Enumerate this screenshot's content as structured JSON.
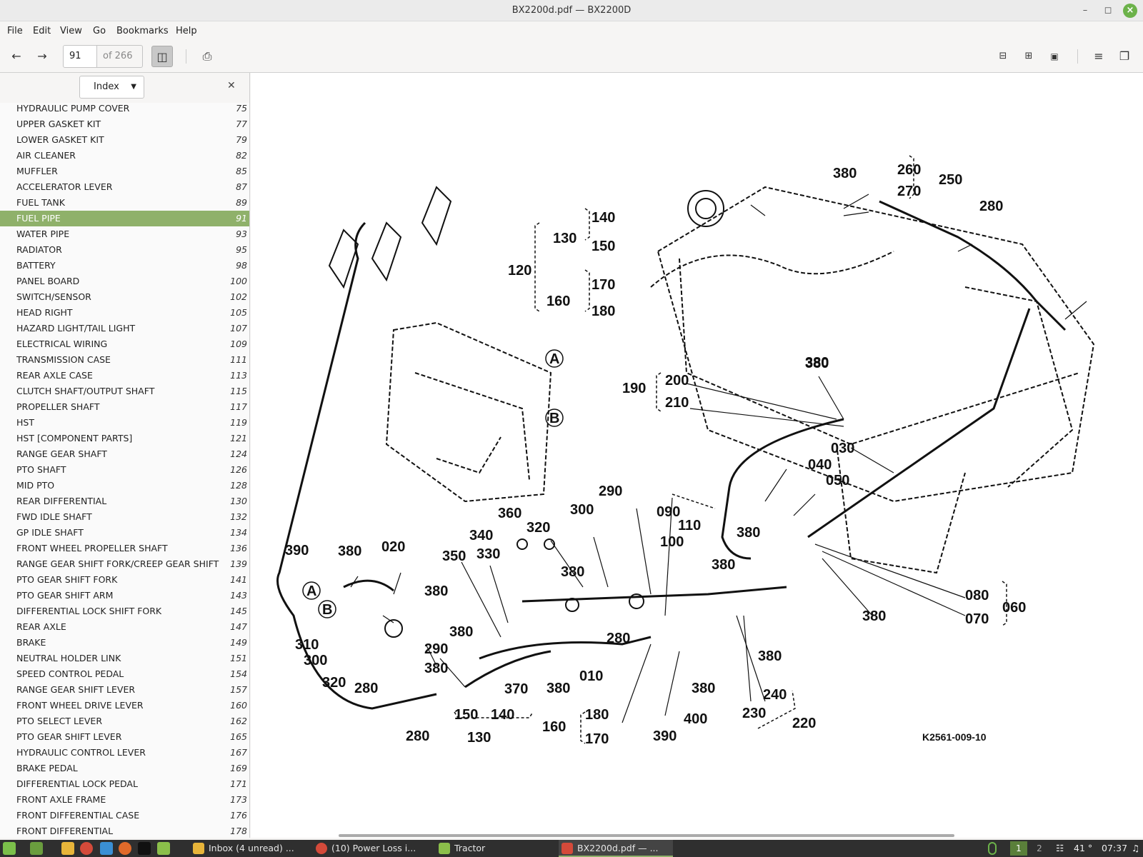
{
  "window": {
    "title": "BX2200d.pdf — BX2200D"
  },
  "menu": [
    "File",
    "Edit",
    "View",
    "Go",
    "Bookmarks",
    "Help"
  ],
  "toolbar": {
    "page_value": "91",
    "page_of": "of 266"
  },
  "sidebar": {
    "mode": "Index",
    "items": [
      {
        "label": "HYDRAULIC PUMP COVER",
        "page": "75"
      },
      {
        "label": "UPPER GASKET KIT",
        "page": "77"
      },
      {
        "label": "LOWER GASKET KIT",
        "page": "79"
      },
      {
        "label": "AIR CLEANER",
        "page": "82"
      },
      {
        "label": "MUFFLER",
        "page": "85"
      },
      {
        "label": "ACCELERATOR LEVER",
        "page": "87"
      },
      {
        "label": "FUEL TANK",
        "page": "89"
      },
      {
        "label": "FUEL PIPE",
        "page": "91"
      },
      {
        "label": "WATER PIPE",
        "page": "93"
      },
      {
        "label": "RADIATOR",
        "page": "95"
      },
      {
        "label": "BATTERY",
        "page": "98"
      },
      {
        "label": "PANEL BOARD",
        "page": "100"
      },
      {
        "label": "SWITCH/SENSOR",
        "page": "102"
      },
      {
        "label": "HEAD RIGHT",
        "page": "105"
      },
      {
        "label": "HAZARD LIGHT/TAIL LIGHT",
        "page": "107"
      },
      {
        "label": "ELECTRICAL WIRING",
        "page": "109"
      },
      {
        "label": "TRANSMISSION CASE",
        "page": "111"
      },
      {
        "label": "REAR AXLE CASE",
        "page": "113"
      },
      {
        "label": "CLUTCH SHAFT/OUTPUT SHAFT",
        "page": "115"
      },
      {
        "label": "PROPELLER SHAFT",
        "page": "117"
      },
      {
        "label": "HST",
        "page": "119"
      },
      {
        "label": "HST [COMPONENT PARTS]",
        "page": "121"
      },
      {
        "label": "RANGE GEAR SHAFT",
        "page": "124"
      },
      {
        "label": "PTO SHAFT",
        "page": "126"
      },
      {
        "label": "MID PTO",
        "page": "128"
      },
      {
        "label": "REAR DIFFERENTIAL",
        "page": "130"
      },
      {
        "label": "FWD IDLE SHAFT",
        "page": "132"
      },
      {
        "label": "GP IDLE SHAFT",
        "page": "134"
      },
      {
        "label": "FRONT WHEEL PROPELLER SHAFT",
        "page": "136"
      },
      {
        "label": "RANGE GEAR SHIFT FORK/CREEP GEAR SHIFT",
        "page": "139"
      },
      {
        "label": "PTO GEAR SHIFT FORK",
        "page": "141"
      },
      {
        "label": "PTO GEAR SHIFT ARM",
        "page": "143"
      },
      {
        "label": "DIFFERENTIAL LOCK SHIFT FORK",
        "page": "145"
      },
      {
        "label": "REAR AXLE",
        "page": "147"
      },
      {
        "label": "BRAKE",
        "page": "149"
      },
      {
        "label": "NEUTRAL HOLDER LINK",
        "page": "151"
      },
      {
        "label": "SPEED CONTROL PEDAL",
        "page": "154"
      },
      {
        "label": "RANGE GEAR SHIFT LEVER",
        "page": "157"
      },
      {
        "label": "FRONT WHEEL DRIVE LEVER",
        "page": "160"
      },
      {
        "label": "PTO SELECT LEVER",
        "page": "162"
      },
      {
        "label": "PTO GEAR SHIFT LEVER",
        "page": "165"
      },
      {
        "label": "HYDRAULIC CONTROL LEVER",
        "page": "167"
      },
      {
        "label": "BRAKE PEDAL",
        "page": "169"
      },
      {
        "label": "DIFFERENTIAL LOCK PEDAL",
        "page": "171"
      },
      {
        "label": "FRONT AXLE FRAME",
        "page": "173"
      },
      {
        "label": "FRONT DIFFERENTIAL CASE",
        "page": "176"
      },
      {
        "label": "FRONT DIFFERENTIAL",
        "page": "178"
      }
    ]
  },
  "diagram": {
    "code": "K2561-009-10",
    "labels": [
      "380",
      "260",
      "270",
      "250",
      "280",
      "140",
      "130",
      "150",
      "120",
      "170",
      "160",
      "180",
      "380",
      "A",
      "B",
      "190",
      "200",
      "210",
      "380",
      "030",
      "040",
      "050",
      "380",
      "380",
      "090",
      "110",
      "290",
      "300",
      "100",
      "360",
      "320",
      "340",
      "330",
      "350",
      "380",
      "390",
      "380",
      "020",
      "380",
      "A",
      "B",
      "310",
      "300",
      "290",
      "380",
      "320",
      "280",
      "280",
      "150",
      "140",
      "130",
      "380",
      "370",
      "380",
      "010",
      "280",
      "160",
      "180",
      "170",
      "390",
      "400",
      "380",
      "230",
      "240",
      "220",
      "380",
      "380",
      "080",
      "070",
      "060"
    ]
  },
  "taskbar": {
    "tasks": [
      "Inbox (4 unread) ...",
      "(10) Power Loss i...",
      "Tractor",
      "BX2200d.pdf — ..."
    ],
    "workspaces": [
      "1",
      "2"
    ],
    "temp": "41 °",
    "time": "07:37"
  }
}
